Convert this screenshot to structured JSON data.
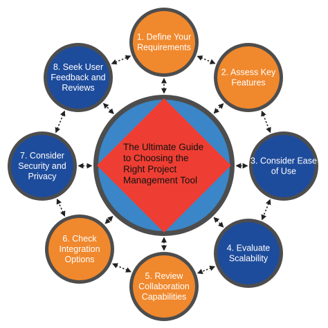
{
  "colors": {
    "orange": "#F0882D",
    "blue": "#1E4C9C",
    "ring": "#4D4D4D",
    "center_bg": "#3B86C8",
    "diamond": "#EE3E33",
    "connector": "#222222"
  },
  "center": {
    "title_lines": [
      "The Ultimate Guide",
      "to Choosing the",
      "Right Project",
      "Management Tool"
    ]
  },
  "nodes": [
    {
      "name": "node-define-requirements",
      "color": "orange",
      "lines": [
        "1. Define Your",
        "Requirements"
      ]
    },
    {
      "name": "node-assess-features",
      "color": "orange",
      "lines": [
        "2. Assess Key",
        "Features"
      ]
    },
    {
      "name": "node-ease-of-use",
      "color": "blue",
      "lines": [
        "3. Consider Ease",
        "of Use"
      ]
    },
    {
      "name": "node-evaluate-scalability",
      "color": "blue",
      "lines": [
        "4. Evaluate",
        "Scalability"
      ]
    },
    {
      "name": "node-review-collaboration",
      "color": "orange",
      "lines": [
        "5. Review",
        "Collaboration",
        "Capabilities"
      ]
    },
    {
      "name": "node-check-integration",
      "color": "orange",
      "lines": [
        "6. Check",
        "Integration",
        "Options"
      ]
    },
    {
      "name": "node-security-privacy",
      "color": "blue",
      "lines": [
        "7. Consider",
        "Security and",
        "Privacy"
      ]
    },
    {
      "name": "node-seek-feedback",
      "color": "blue",
      "lines": [
        "8. Seek User",
        "Feedback and",
        "Reviews"
      ]
    }
  ]
}
